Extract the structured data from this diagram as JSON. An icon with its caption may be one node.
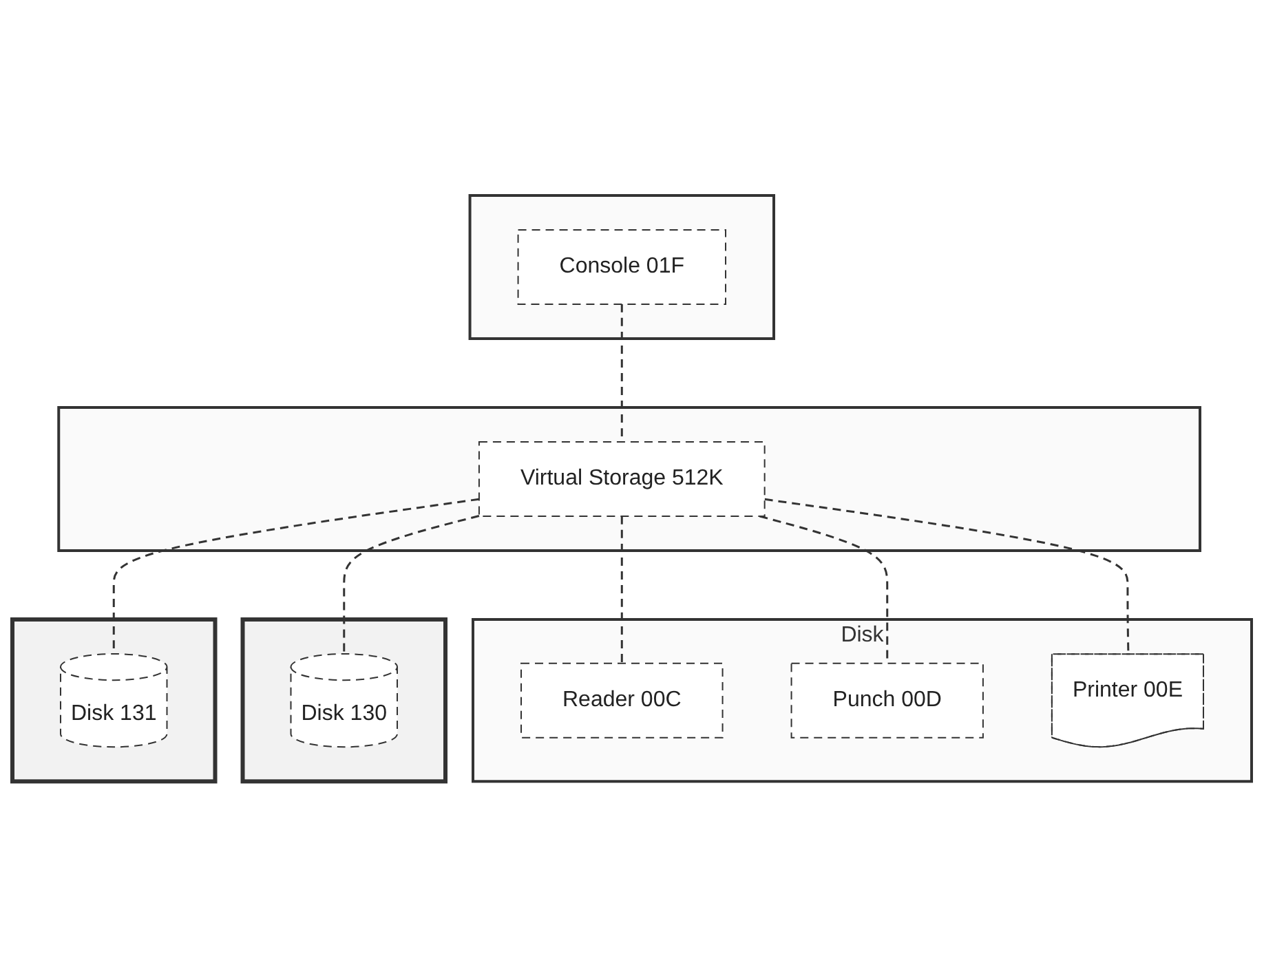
{
  "diagram": {
    "nodes": [
      {
        "text": [],
        "shape": "box"
      },
      {
        "text": [
          "Console 01F"
        ],
        "in": 0
      },
      {
        "text": [],
        "shape": "box"
      },
      {
        "text": [
          "Virtual Storage 512K"
        ],
        "in": 2
      },
      {
        "text": [
          "Disk"
        ]
      },
      {
        "text": [
          "Reader 00C"
        ],
        "in": 4
      },
      {
        "text": [
          "Punch 00D"
        ],
        "in": 4
      },
      {
        "text": [
          "Printer 00E"
        ],
        "in": 4
      },
      {
        "text": [],
        "shape": "cylinder"
      },
      {
        "text": [
          "Disk 130"
        ],
        "in": 8
      },
      {
        "text": [],
        "shape": "cylinder"
      },
      {
        "text": [
          "Disk 131"
        ],
        "in": 10
      }
    ],
    "edges": [
      {
        "from": 1,
        "to": 3,
        "arrow": "none",
        "style": "dashed"
      },
      {
        "from": 3,
        "to": 5,
        "arrow": "none",
        "style": "dashed"
      },
      {
        "from": 3,
        "to": 6,
        "arrow": "none",
        "style": "dashed"
      },
      {
        "from": 3,
        "to": 7,
        "arrow": "none",
        "style": "dashed"
      },
      {
        "from": 3,
        "to": 9,
        "arrow": "none",
        "style": "dashed"
      },
      {
        "from": 3,
        "to": 11,
        "arrow": "none",
        "style": "dashed"
      }
    ]
  }
}
